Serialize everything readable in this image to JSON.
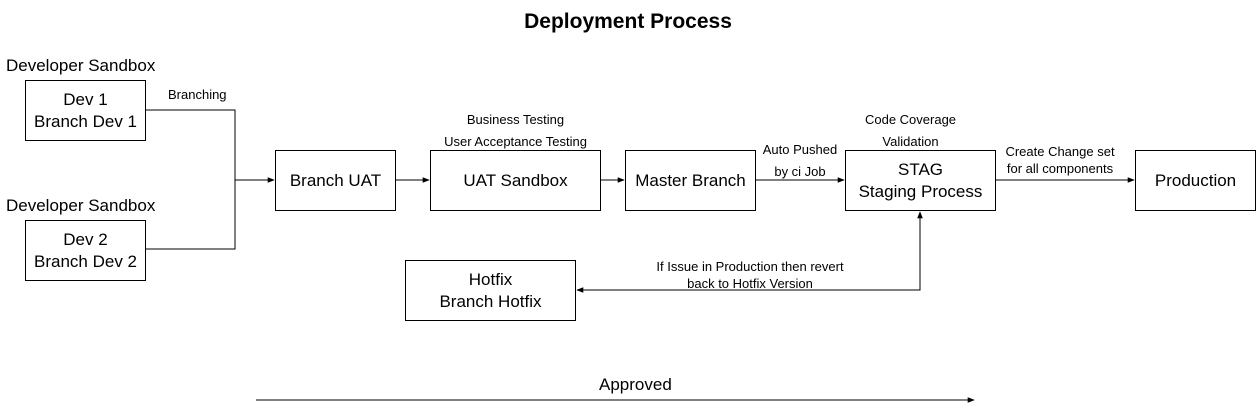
{
  "title": "Deployment Process",
  "groups": {
    "sandbox1": "Developer Sandbox",
    "sandbox2": "Developer Sandbox"
  },
  "nodes": {
    "dev1": {
      "line1": "Dev 1",
      "line2": "Branch Dev 1"
    },
    "dev2": {
      "line1": "Dev 2",
      "line2": "Branch Dev 2"
    },
    "branch_uat": {
      "line1": "Branch UAT"
    },
    "uat_sandbox": {
      "line1": "UAT Sandbox"
    },
    "master_branch": {
      "line1": "Master Branch"
    },
    "stag": {
      "line1": "STAG",
      "line2": "Staging Process"
    },
    "production": {
      "line1": "Production"
    },
    "hotfix": {
      "line1": "Hotfix",
      "line2": "Branch Hotfix"
    }
  },
  "edge_labels": {
    "branching": "Branching",
    "business_testing": "Business Testing",
    "user_acceptance_testing": "User Acceptance Testing",
    "auto_pushed": "Auto Pushed",
    "by_ci_job": "by ci Job",
    "code_coverage": "Code Coverage",
    "validation": "Validation",
    "create_change_set": "Create Change set",
    "for_all_components": "for all components",
    "issue_line1": "If Issue in Production then revert",
    "issue_line2": "back to Hotfix Version",
    "approved": "Approved"
  },
  "colors": {
    "stroke": "#000000",
    "background": "#ffffff"
  }
}
